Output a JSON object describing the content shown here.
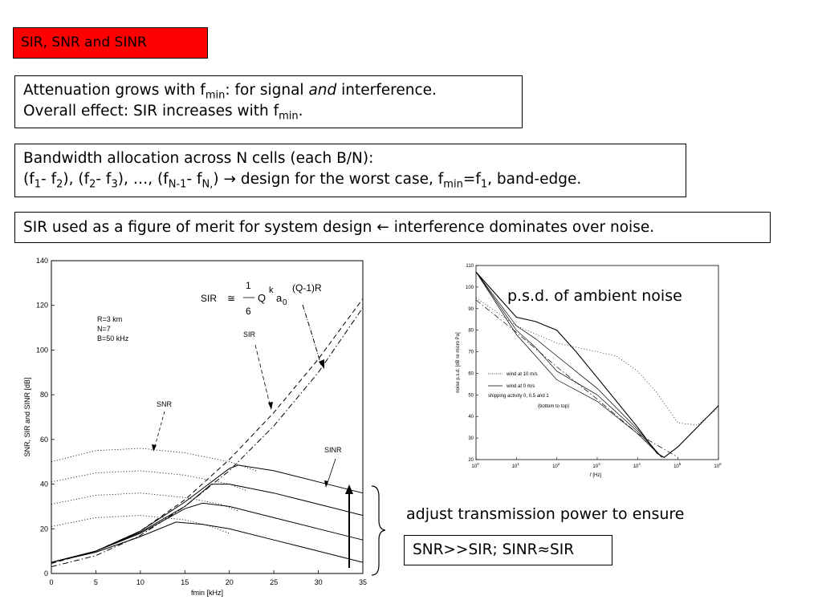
{
  "title": "SIR, SNR and SINR",
  "attenuation": {
    "line1": {
      "a": "Attenuation grows with f",
      "sub": "min",
      "b": ": for signal ",
      "em": "and",
      "c": "  interference."
    },
    "line2": {
      "a": "Overall effect:  SIR increases with f",
      "sub": "min",
      "b": "."
    }
  },
  "bandwidth": {
    "line1": "Bandwidth allocation across N cells (each B/N):",
    "line2": {
      "p1": "(f",
      "s1": "1",
      "p2": "- f",
      "s2": "2",
      "p3": "), (f",
      "s3": "2",
      "p4": "- f",
      "s4": "3",
      "p5": "), …, (f",
      "s5": "N-1",
      "p6": "- f",
      "s6": "N,",
      "p7": ")",
      "arrow": "→",
      "p8": " design for the worst case, f",
      "s7": "min",
      "p9": "=f",
      "s8": "1",
      "p10": ", band-edge."
    }
  },
  "merit": {
    "a": "SIR used as a figure of merit for system design ",
    "arrow": "←",
    "b": " interference dominates over noise."
  },
  "adjust": "adjust transmission power to ensure",
  "snr_box": "SNR>>SIR; SINR≈SIR",
  "psd_label": "p.s.d. of ambient noise",
  "left_chart": {
    "formula": {
      "lhs": "SIR",
      "approx": "≅",
      "num": "1",
      "den": "6",
      "q": "Q",
      "k": "k",
      "a": "a",
      "zero": "0",
      "rest": "(Q-1)R"
    },
    "params": [
      "R=3 km",
      "N=7",
      "B=50 kHz"
    ],
    "annotations": {
      "sir": "SIR",
      "snr": "SNR",
      "sinr": "SINR"
    }
  },
  "right_chart": {
    "legend": [
      "wind at 10 m/s",
      "wind at 0 m/s",
      "shipping activity  0, 0.5 and 1",
      "(bottom to top)"
    ]
  },
  "chart_data": [
    {
      "type": "line",
      "xlabel": "fmin [kHz]",
      "ylabel": "SNR, SIR and SINR [dB]",
      "xlim": [
        0,
        35
      ],
      "ylim": [
        0,
        140
      ],
      "xticks": [
        0,
        5,
        10,
        15,
        20,
        25,
        30,
        35
      ],
      "yticks": [
        0,
        20,
        40,
        60,
        80,
        100,
        120,
        140
      ],
      "grid": false,
      "series": [
        {
          "style": "dashdot",
          "x": [
            0,
            5,
            10,
            15,
            20,
            25,
            30,
            35
          ],
          "y": [
            3,
            8,
            17,
            30,
            46,
            66,
            90,
            119
          ]
        },
        {
          "style": "dashed",
          "x": [
            0,
            5,
            10,
            15,
            20,
            25,
            30,
            35
          ],
          "y": [
            4.5,
            10,
            19,
            33,
            51,
            72,
            96,
            123
          ]
        },
        {
          "style": "dotted",
          "x": [
            0,
            5,
            10,
            15,
            20,
            23
          ],
          "y": [
            50,
            55,
            56,
            54,
            50,
            46
          ]
        },
        {
          "style": "dotted",
          "x": [
            0,
            5,
            10,
            15,
            20,
            22
          ],
          "y": [
            41,
            45,
            46,
            44,
            40,
            37
          ]
        },
        {
          "style": "dotted",
          "x": [
            0,
            5,
            10,
            15,
            19,
            21
          ],
          "y": [
            31,
            35,
            36,
            34,
            31,
            28
          ]
        },
        {
          "style": "dotted",
          "x": [
            0,
            5,
            10,
            15,
            18,
            20
          ],
          "y": [
            21,
            25,
            26,
            24,
            21,
            18
          ]
        },
        {
          "style": "solid",
          "x": [
            0,
            5,
            10,
            15,
            20,
            21,
            25,
            30,
            35
          ],
          "y": [
            5,
            10,
            19,
            32,
            47,
            48.5,
            46,
            41,
            36
          ]
        },
        {
          "style": "solid",
          "x": [
            0,
            5,
            10,
            15,
            18,
            20,
            25,
            30,
            35
          ],
          "y": [
            5,
            10,
            18.5,
            30,
            40,
            40,
            36,
            31,
            26
          ]
        },
        {
          "style": "solid",
          "x": [
            0,
            5,
            10,
            15,
            17,
            20,
            25,
            30,
            35
          ],
          "y": [
            5,
            10,
            18,
            29,
            31.5,
            30,
            25,
            20,
            15
          ]
        },
        {
          "style": "solid",
          "x": [
            0,
            5,
            10,
            14,
            17,
            20,
            25,
            30,
            35
          ],
          "y": [
            5,
            9.5,
            16.5,
            23,
            22,
            20,
            15,
            10,
            5
          ]
        }
      ]
    },
    {
      "type": "line",
      "xlabel": "f [Hz]",
      "ylabel": "noise p.s.d. [dB re micro Pa]",
      "xscale": "log",
      "xlim": [
        1,
        1000000
      ],
      "ylim": [
        20,
        110
      ],
      "xticks": [
        "10^0",
        "10^1",
        "10^2",
        "10^3",
        "10^4",
        "10^5",
        "10^6"
      ],
      "yticks": [
        20,
        30,
        40,
        50,
        60,
        70,
        80,
        90,
        100,
        110
      ],
      "grid": false,
      "series": [
        {
          "name": "wind at 10 m/s",
          "style": "dotted",
          "x": [
            1,
            10,
            100,
            1000,
            3000,
            10000,
            30000,
            100000,
            300000,
            1000000
          ],
          "y": [
            95,
            82,
            74,
            70,
            68,
            61,
            51,
            37,
            36,
            44
          ]
        },
        {
          "name": "wind at 0 m/s",
          "style": "solid",
          "x": [
            1,
            10,
            30,
            100,
            300,
            1000,
            10000,
            30000,
            45000,
            100000,
            1000000
          ],
          "y": [
            107,
            86,
            84,
            80,
            70,
            58,
            35,
            23,
            21,
            26,
            45
          ]
        },
        {
          "name": "shipping activity 1",
          "style": "solid",
          "x": [
            1,
            10,
            30,
            100,
            1000,
            10000,
            40000
          ],
          "y": [
            107,
            82,
            76,
            68,
            53,
            34,
            21
          ]
        },
        {
          "name": "shipping activity 0.5",
          "style": "solid",
          "x": [
            1,
            10,
            30,
            100,
            1000,
            10000,
            40000
          ],
          "y": [
            107,
            80,
            72,
            61,
            50,
            33,
            21
          ]
        },
        {
          "name": "shipping activity 0",
          "style": "solid",
          "x": [
            1,
            10,
            30,
            100,
            1000,
            10000,
            40000
          ],
          "y": [
            107,
            78,
            68,
            57,
            47,
            32,
            21
          ]
        },
        {
          "name": "",
          "style": "dashdot",
          "x": [
            1,
            10,
            100,
            1000,
            10000,
            100000
          ],
          "y": [
            94,
            79,
            63,
            48,
            32,
            21
          ]
        }
      ]
    }
  ]
}
